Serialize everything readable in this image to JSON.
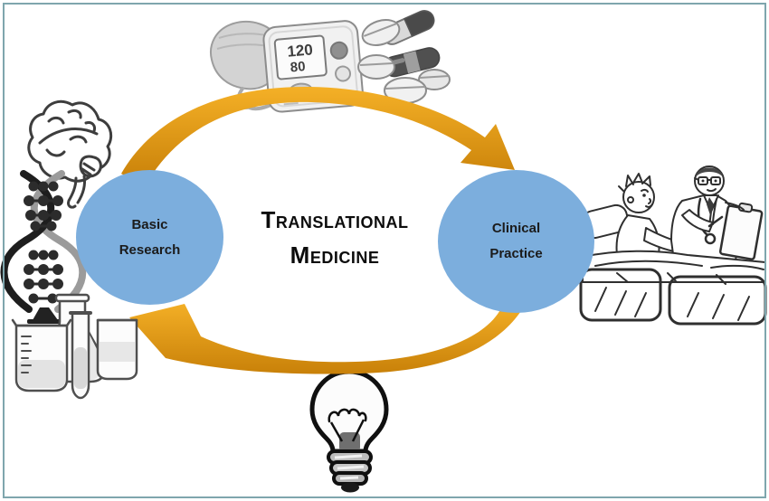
{
  "page": {
    "background": "#ffffff",
    "frame_color": "#7fa6ad"
  },
  "title": {
    "line1": "Translational",
    "line2": "Medicine",
    "color": "#0c0c0c"
  },
  "nodes": {
    "left": {
      "lines": [
        "Basic",
        "Research"
      ],
      "fill": "#7caedd",
      "text_color": "#1b1b1b"
    },
    "right": {
      "lines": [
        "Clinical",
        "Practice"
      ],
      "fill": "#7caedd",
      "text_color": "#1b1b1b"
    }
  },
  "cycle_arrows": {
    "color_light": "#f6b228",
    "color_dark": "#c67e07",
    "top": "basic-research-to-clinical-practice",
    "bottom": "clinical-practice-to-basic-research"
  },
  "illustrations": {
    "top_center": "blood-pressure-monitor-and-pills",
    "left": "brain-dna-lab-glassware",
    "right": "doctor-with-patient-in-hospital-bed",
    "bottom_center": "lightbulb"
  },
  "bp_monitor_display": {
    "systolic": "120",
    "diastolic": "80"
  }
}
